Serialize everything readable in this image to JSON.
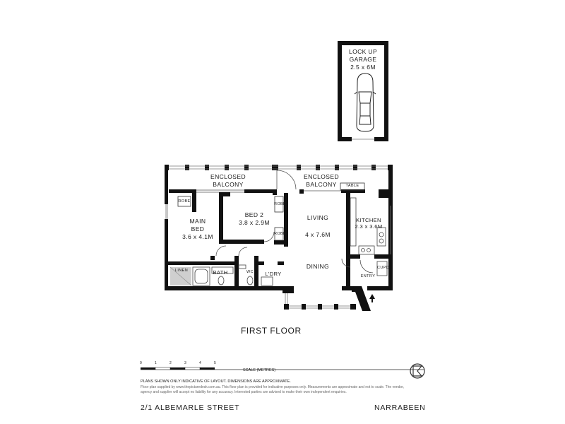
{
  "rooms": {
    "garage": {
      "line1": "LOCK UP",
      "line2": "GARAGE",
      "size": "2.5 x 6M"
    },
    "balcony_left": {
      "line1": "ENCLOSED",
      "line2": "BALCONY"
    },
    "balcony_right": {
      "line1": "ENCLOSED",
      "line2": "BALCONY"
    },
    "table": "TABLE",
    "main_bed": {
      "line1": "MAIN",
      "line2": "BED",
      "size": "3.6 x 4.1M"
    },
    "bed2": {
      "line1": "BED 2",
      "size": "3.8 x 2.9M"
    },
    "living": {
      "line1": "LIVING",
      "size": "4 x 7.6M"
    },
    "dining": "DINING",
    "kitchen": {
      "line1": "KITCHEN",
      "size": "2.3 x 3.6M"
    },
    "bath": "BATH",
    "wc": "WC",
    "laundry": "L'DRY",
    "entry": "ENTRY",
    "robe": "ROBE",
    "linen": "LINEN",
    "cupd": "CUPD"
  },
  "floor_title": "FIRST FLOOR",
  "scale": {
    "ticks": [
      "0",
      "1",
      "2",
      "3",
      "4",
      "5"
    ],
    "label": "SCALE (METRES)"
  },
  "disclaimer": {
    "main": "PLANS SHOWN ONLY INDICATIVE OF LAYOUT. DIMENSIONS ARE APPROXIMATE.",
    "fine_1": "Floor plan supplied by www.thepicturedesk.com.au. This floor plan is provided for indicative purposes only. Measurements are approximate and not to scale. The vendor,",
    "fine_2": "agency and supplier will accept no liability for any accuracy. Interested parties are advised to make their own independent enquiries."
  },
  "footer": {
    "address": "2/1 ALBEMARLE STREET",
    "suburb": "NARRABEEN"
  }
}
